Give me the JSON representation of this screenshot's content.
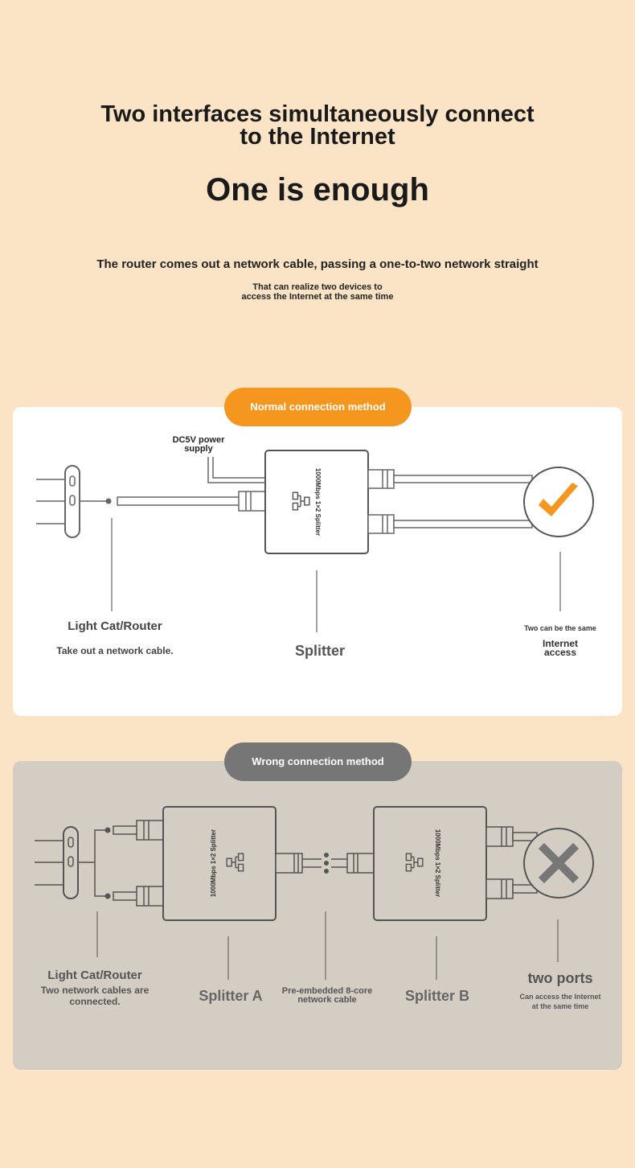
{
  "header": {
    "title_line1": "Two interfaces simultaneously connect",
    "title_line2": "to the Internet",
    "headline": "One is enough",
    "subtitle": "The router comes out a network cable, passing a one-to-two network straight",
    "note": "That can realize two devices to access the Internet at the same time"
  },
  "normal": {
    "pill_label": "Normal connection method",
    "power_label_line1": "DC5V power",
    "power_label_line2": "supply",
    "splitter_text": "1000Mbps 1×2 Splitter",
    "source_label": "Light Cat/Router",
    "source_desc": "Take out a network cable.",
    "splitter_label": "Splitter",
    "result_note": "Two can be the same",
    "result_label": "Internet access",
    "status_icon": "checkmark-icon",
    "accent_color": "#f5961e"
  },
  "wrong": {
    "pill_label": "Wrong connection method",
    "splitter_a_text": "1000Mbps 1×2 Splitter",
    "splitter_b_text": "1000Mbps 1×2 Splitter",
    "source_label": "Light Cat/Router",
    "source_desc": "Two network cables are connected.",
    "splitter_a_label": "Splitter A",
    "cable_label": "Pre-embedded 8-core network cable",
    "splitter_b_label": "Splitter B",
    "result_label": "two ports",
    "result_desc": "Can access the Internet at the same time",
    "status_icon": "cross-icon",
    "panel_color": "#d4cdc4"
  }
}
